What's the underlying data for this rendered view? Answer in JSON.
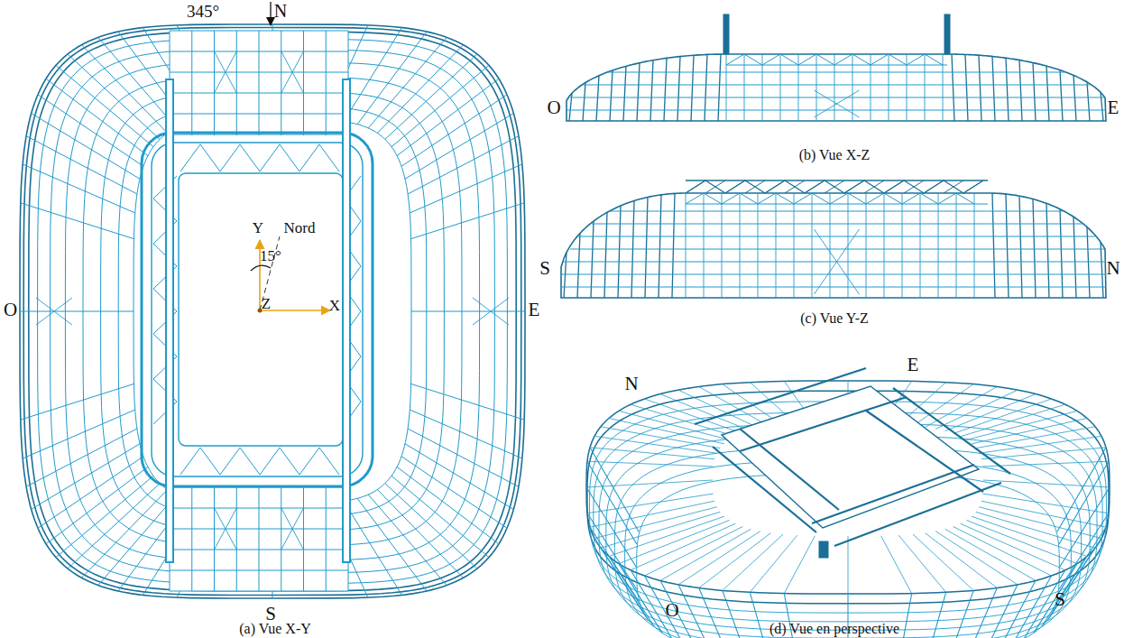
{
  "diagram": {
    "labels": [
      "345°",
      "N",
      "Nord",
      "Y",
      "15°",
      "Z",
      "X",
      "O",
      "E",
      "S",
      "(a) Vue X-Y",
      "O",
      "E",
      "(b) Vue X-Z",
      "S",
      "N",
      "(c) Vue Y-Z",
      "N",
      "E",
      "O",
      "S",
      "(d) Vue en perspective"
    ]
  }
}
